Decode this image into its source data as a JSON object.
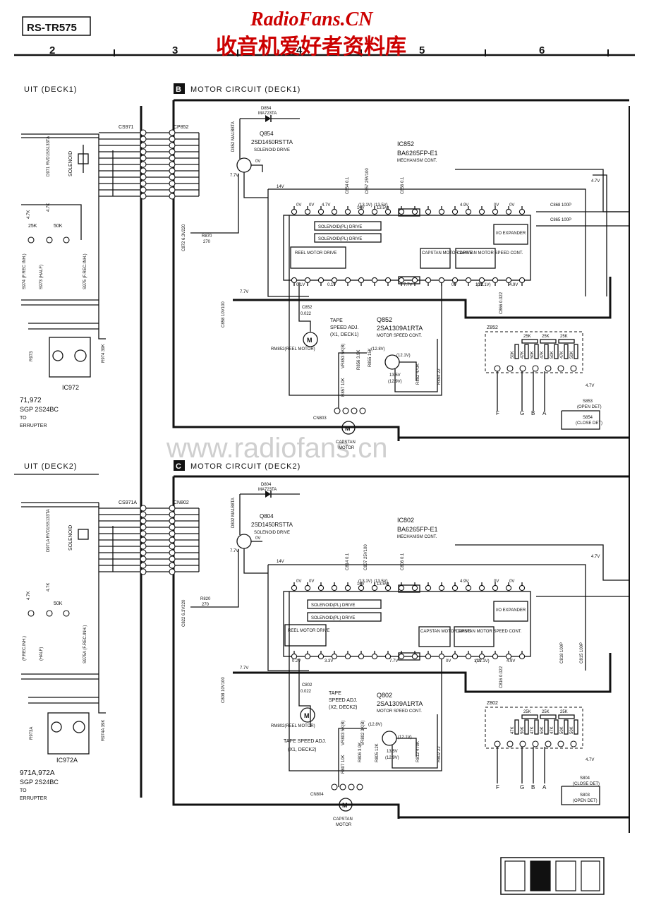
{
  "header": {
    "model": "RS-TR575",
    "watermark_top": "RadioFans.CN",
    "watermark_cn": "收音机爱好者资料库",
    "watermark_mid": "www.radiofans.cn",
    "column_markers": [
      "2",
      "3",
      "4",
      "5",
      "6"
    ]
  },
  "left": {
    "deck1_title": "UIT (DECK1)",
    "deck2_title": "UIT (DECK2)",
    "solenoid1": "SOLENOID",
    "solenoid2": "SOLENOID",
    "d971": "D971 RVD1SS133TA",
    "d971a": "D971A RVD1SS133TA",
    "r973": "R973",
    "r974": "R974 39K",
    "r973a": "R973A",
    "r974a": "R974A 39K",
    "s974": "S974 (F.REC INH.)",
    "s973": "S973 (HALF)",
    "s975": "S975 (F.REC.INH.)",
    "s974a": "(F.REC.INH.)",
    "s973a": "(HALF)",
    "s975a": "S975A (F.REC.INH.)",
    "pot1": "50K",
    "pot2": "25K",
    "pot3": "50K",
    "pot4": "4.7K",
    "pot5": "4.7K",
    "pot1a": "50K",
    "pot4a": "4.7K",
    "pot5a": "4.7K",
    "ic972": "IC972",
    "ic972a": "IC972A",
    "photo1a": "71,972",
    "photo1b": "SGP 2S24BC",
    "photo1c": "TO",
    "photo1d": "ERRUPTER",
    "photo2a": "971A,972A",
    "photo2b": "SGP 2S24BC",
    "photo2c": "TO",
    "photo2d": "ERRUPTER"
  },
  "deck1": {
    "section_letter": "B",
    "title": "MOTOR CIRCUIT (DECK1)",
    "cs": "CS971",
    "cp": "CP852",
    "d854": "D854",
    "d854_part": "MA723TA",
    "d852": "D852 MA1B8TA",
    "q854": "Q854",
    "q854_part": "2SD1450RSTTA",
    "q854_desc": "SOLENOID DRIVE",
    "ic": "IC852",
    "ic_part": "BA6265FP-E1",
    "ic_desc": "MECHANISM CONT.",
    "c854": "C854 0.1",
    "c857": "C857 25V100",
    "c856": "C856 0.1",
    "c868": "C868 100P",
    "c865": "C865 100P",
    "c866": "C866 0.022",
    "c872": "C872 6.3V220",
    "c858": "C858 10V100",
    "c852": "C852",
    "c852_val": "0.022",
    "r870": "R870",
    "r870_val": "270",
    "blk_solenoid_drive": "SOLENOID(PL) DRIVE",
    "blk_solenoid_drive2": "SOLENOID(PL) DRIVE",
    "blk_reel": "REEL MOTOR DRIVE",
    "blk_capstan": "CAPSTAN MOTOR DRIVE",
    "blk_capstan_speed": "CAPSTAN MOTOR SPEED CONT.",
    "blk_io": "I/O EXPANDER",
    "tape_speed": "TAPE",
    "tape_speed2": "SPEED ADJ.",
    "tape_speed3": "(X1, DECK1)",
    "q852": "Q852",
    "q852_part": "2SA1309A1RTA",
    "q852_desc": "MOTOR SPEED CONT.",
    "rm852": "RM852(REEL MOTOR)",
    "vr853": "VR853 5K(B)",
    "r856": "R856 3.9K",
    "r855": "R855 15K",
    "r852": "R852 470K",
    "r854": "R854 22",
    "r857": "R857 10K",
    "cn": "CN803",
    "capstan": "CAPSTAN",
    "capstan2": "MOTOR",
    "z": "Z852",
    "z_vals": [
      "25K",
      "25K",
      "25K",
      "50K",
      "47K",
      "50K",
      "47K",
      "50K",
      "47K",
      "50K"
    ],
    "s853": "S853",
    "s853_desc": "(OPEN DET)",
    "s854": "S854",
    "s854_desc": "(CLOSE DET)",
    "v_top": [
      "0V",
      "0V",
      "4.7V",
      "(13.1V)",
      "(13.5V)",
      "4.9V",
      "0V",
      "0V"
    ],
    "v_bot": [
      "0.1V",
      "0.1V",
      "7.7V",
      "0V",
      "13V",
      "(12.1V)",
      "4.9V"
    ],
    "v_misc": [
      "0V",
      "14V",
      "7.7V",
      "7.7V",
      "4.7V",
      "4.7V",
      "14V",
      "13.5V"
    ],
    "q852_v": [
      "(12.8V)",
      "(12.1V)",
      "13.5V",
      "(12.9V)",
      "13V"
    ],
    "nets": [
      "F",
      "G",
      "B",
      "A"
    ]
  },
  "deck2": {
    "section_letter": "C",
    "title": "MOTOR CIRCUIT (DECK2)",
    "cs": "CS971A",
    "cp": "CN802",
    "d804": "D804",
    "d804_part": "MA723TA",
    "d802": "D802 MA1B8TA",
    "q804": "Q804",
    "q804_part": "2SD1450RSTTA",
    "q804_desc": "SOLENOID DRIVE",
    "ic": "IC802",
    "ic_part": "BA6265FP-E1",
    "ic_desc": "MECHANISM CONT.",
    "c814": "C814 0.1",
    "c807": "C807 25V100",
    "c806": "C806 0.1",
    "c818": "C818 100P",
    "c815": "C815 100P",
    "c816": "C816 0.022",
    "c822": "C822 6.3V220",
    "c808": "C808 10V100",
    "c802": "C802",
    "c802_val": "0.022",
    "r820": "R820",
    "r820_val": "270",
    "blk_solenoid_drive": "SOLENOID(PL) DRIVE",
    "blk_solenoid_drive2": "SOLENOID(PL) DRIVE",
    "blk_reel": "REEL MOTOR DRIVE",
    "blk_capstan": "CAPSTAN MOTOR DRIVE",
    "blk_capstan_speed": "CAPSTAN MOTOR SPEED CONT.",
    "blk_io": "I/O EXPANDER",
    "tape_speed": "TAPE",
    "tape_speed2": "SPEED ADJ.",
    "tape_speed3": "(X2, DECK2)",
    "tape_speed_b1": "TAPE SPEED ADJ.",
    "tape_speed_b2": "(X1, DECK2)",
    "q802": "Q802",
    "q802_part": "2SA1309A1RTA",
    "q802_desc": "MOTOR SPEED CONT.",
    "rm802": "RM802(REEL MOTOR)",
    "vr803": "VR803 5K(B)",
    "vr802": "VR802 3K(B)",
    "r806": "R806 3.9K",
    "r805": "R805 12K",
    "r812": "R812 470K",
    "r802": "R802 22",
    "r807": "R807 10K",
    "cn": "CN804",
    "capstan": "CAPSTAN",
    "capstan2": "MOTOR",
    "z": "Z802",
    "z_vals": [
      "25K",
      "25K",
      "25K",
      "47K",
      "50K",
      "47K",
      "50K",
      "47K",
      "50K",
      "50K"
    ],
    "s804": "S804",
    "s804_desc": "(CLOSE DET)",
    "s803": "S803",
    "s803_desc": "(OPEN DET)",
    "v_top": [
      "0V",
      "0V",
      "(13.1V)",
      "(13.5V)",
      "4.9V",
      "0V",
      "0V"
    ],
    "v_bot": [
      "0.2V",
      "3.3V",
      "7.7V",
      "0V",
      "13V",
      "(12.1V)",
      "4.9V"
    ],
    "v_misc": [
      "0V",
      "14V",
      "7.7V",
      "7.7V",
      "4.7V",
      "4.7V",
      "14V",
      "13.5V"
    ],
    "q802_v": [
      "(12.8V)",
      "(12.1V)",
      "13.5V",
      "(12.9V)",
      "13V"
    ],
    "nets": [
      "F",
      "G",
      "B",
      "A"
    ]
  },
  "footer": {
    "swatches": [
      "#ffffff",
      "#111111",
      "#ffffff",
      "#ffffff"
    ]
  }
}
